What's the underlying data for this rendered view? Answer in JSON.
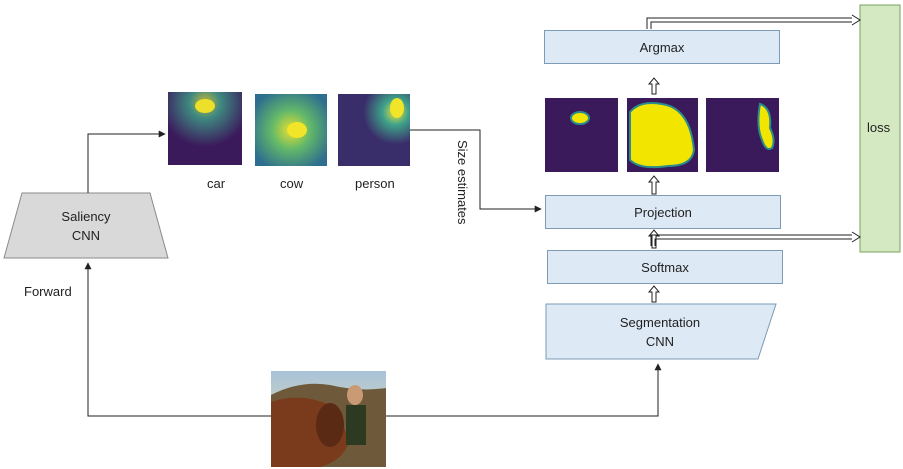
{
  "saliency_cnn": {
    "line1": "Saliency",
    "line2": "CNN"
  },
  "forward_label": "Forward",
  "saliency_maps": [
    {
      "label": "car"
    },
    {
      "label": "cow"
    },
    {
      "label": "person"
    }
  ],
  "size_estimates_label": "Size estimates",
  "projection_label": "Projection",
  "softmax_label": "Softmax",
  "argmax_label": "Argmax",
  "segmentation_cnn": {
    "line1": "Segmentation",
    "line2": "CNN"
  },
  "loss_label": "loss",
  "colors": {
    "map_dark": "#3b1a5c",
    "map_teal": "#2b8c8c",
    "map_green": "#6cc46a",
    "map_yellow": "#f2e600",
    "box_fill": "#dde9f5",
    "box_stroke": "#7d9bb5",
    "loss_fill": "#d4e8c2",
    "loss_stroke": "#7aa262",
    "saliency_fill": "#d9d9d9",
    "saliency_stroke": "#8a8a8a"
  }
}
